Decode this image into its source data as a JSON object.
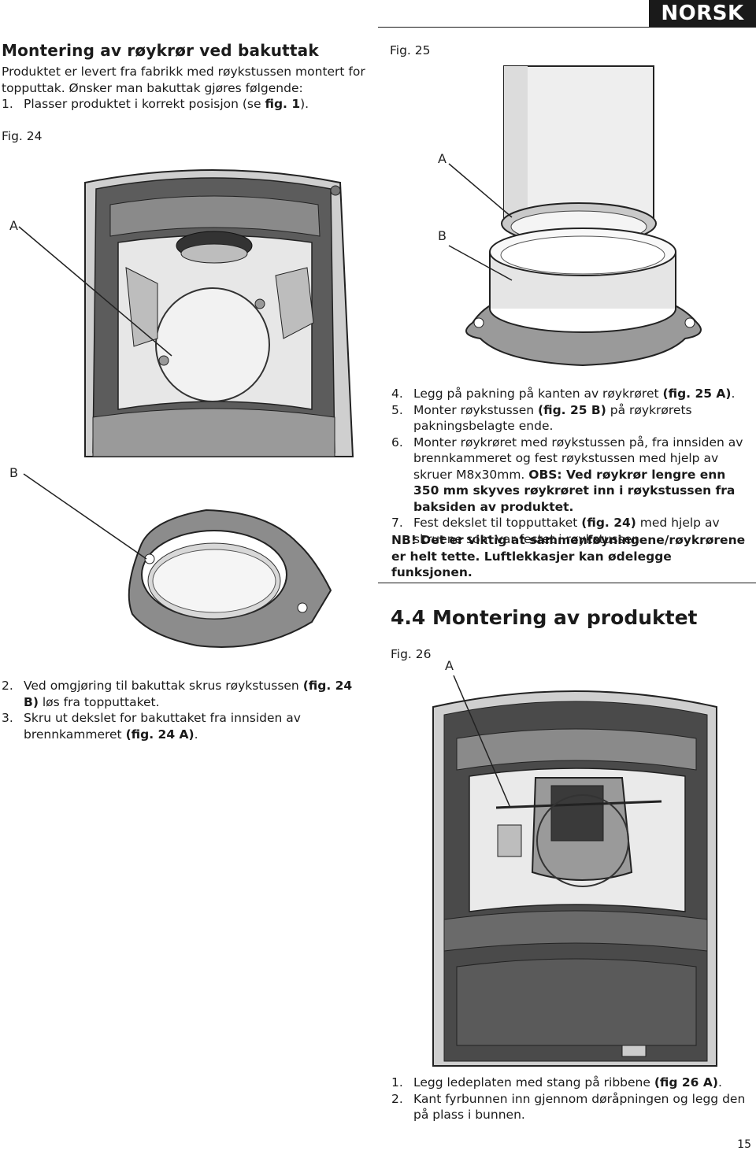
{
  "header": {
    "language_tab": "NORSK"
  },
  "left": {
    "title": "Montering av røykrør ved bakuttak",
    "intro": "Produktet er levert fra fabrikk med røykstussen montert for topputtak. Ønsker man bakuttak gjøres følgende:",
    "step1": {
      "num": "1.",
      "text": "Plasser produktet i korrekt posisjon (se ",
      "ref": "fig. 1",
      "tail": ")."
    },
    "fig24_label": "Fig. 24",
    "fig24_callouts": {
      "a": "A",
      "b": "B"
    },
    "step2": {
      "num": "2.",
      "text": "Ved omgjøring til bakuttak skrus røykstussen ",
      "ref": "(fig. 24 B)",
      "tail": " løs fra topputtaket."
    },
    "step3": {
      "num": "3.",
      "text": "Skru ut dekslet for bakuttaket fra innsiden av brennkammeret ",
      "ref": "(fig. 24 A)",
      "tail": "."
    }
  },
  "right": {
    "fig25_label": "Fig. 25",
    "fig25_callouts": {
      "a": "A",
      "b": "B"
    },
    "step4": {
      "num": "4.",
      "text": "Legg på pakning på kanten av røykrøret ",
      "ref": "(fig. 25 A)",
      "tail": "."
    },
    "step5": {
      "num": "5.",
      "text": "Monter røykstussen ",
      "ref": "(fig. 25 B)",
      "tail": " på røykrørets pakningsbelagte ende."
    },
    "step6": {
      "num": "6.",
      "text": "Monter røykrøret med røykstussen på, fra innsiden av brennkammeret og fest røykstussen med hjelp av skruer M8x30mm. ",
      "bold": "OBS: Ved røykrør lengre enn 350 mm skyves røykrøret inn i røykstussen fra baksiden av produktet."
    },
    "step7": {
      "num": "7.",
      "text": "Fest dekslet til topputtaket ",
      "ref": "(fig. 24)",
      "tail": " med hjelp av skruene som var festet i røykstussen."
    },
    "note": "NB! Det er viktig at sammenføyningene/røykrørene er helt tette. Luftlekkasjer kan ødelegge funksjonen.",
    "section_title": "4.4 Montering av produktet",
    "fig26_label": "Fig. 26",
    "fig26_callouts": {
      "a": "A"
    },
    "step1b": {
      "num": "1.",
      "text": "Legg ledeplaten med stang på ribbene ",
      "ref": "(fig 26 A)",
      "tail": "."
    },
    "step2b": {
      "num": "2.",
      "text": "Kant fyrbunnen inn gjennom døråpningen og legg den på plass i bunnen."
    }
  },
  "footer": {
    "page_number": "15"
  }
}
